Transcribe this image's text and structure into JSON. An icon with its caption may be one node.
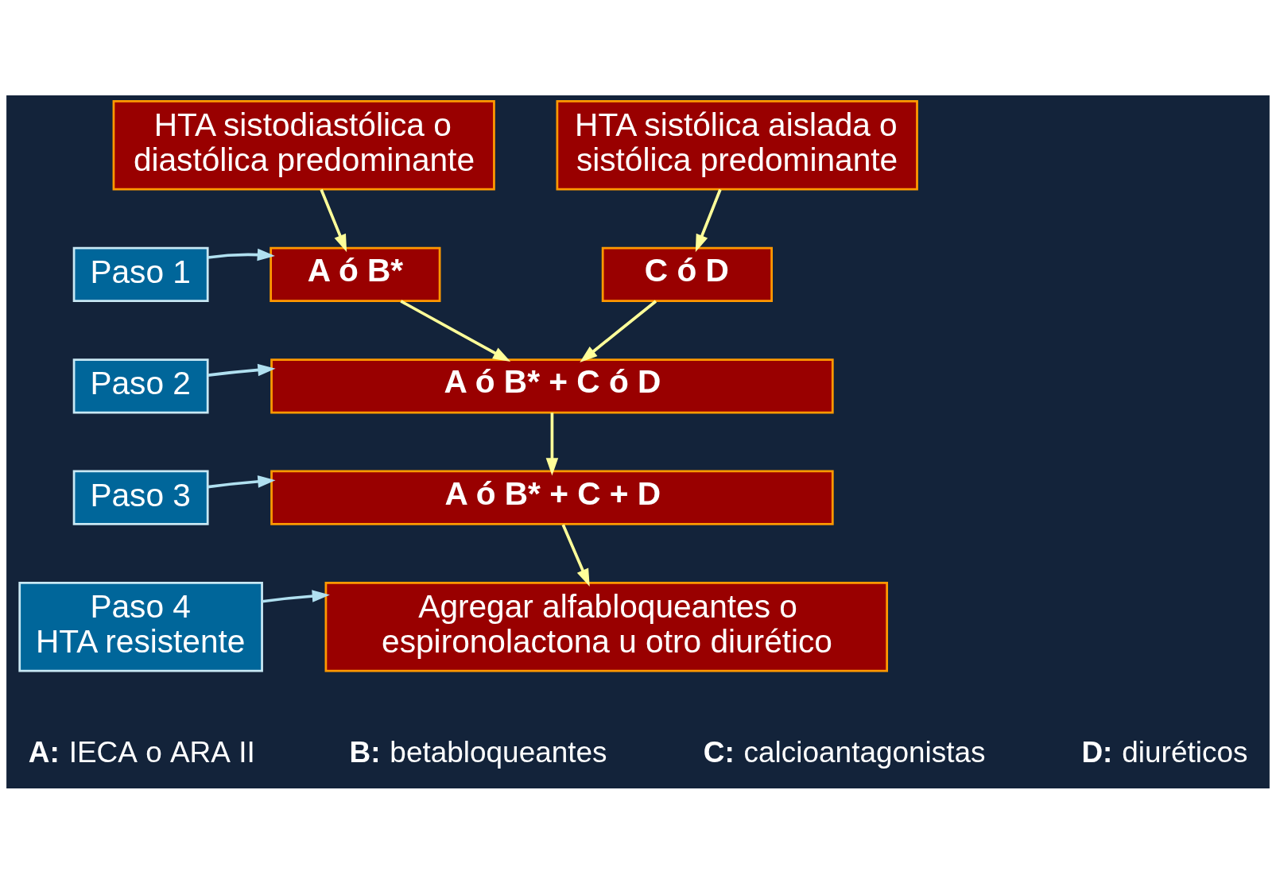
{
  "diagram": {
    "nodes": [
      {
        "text": [
          "HTA sistodiastólica o diastólica predominante"
        ]
      },
      {
        "text": [
          "HTA sistólica aislada o sistólica predominante"
        ]
      },
      {
        "text": [
          "Paso 1"
        ]
      },
      {
        "text": [
          "A ó B*"
        ]
      },
      {
        "text": [
          "C ó D"
        ]
      },
      {
        "text": [
          "Paso 2"
        ]
      },
      {
        "text": [
          "A ó B* + C ó D"
        ]
      },
      {
        "text": [
          "Paso 3"
        ]
      },
      {
        "text": [
          "A ó B* + C + D"
        ]
      },
      {
        "text": [
          "Paso 4",
          "HTA resistente"
        ]
      },
      {
        "text": [
          "Agregar alfabloqueantes o espironolactona u otro diurético"
        ]
      }
    ],
    "edges": [
      {
        "from": 0,
        "to": 3,
        "arrow": "to"
      },
      {
        "from": 1,
        "to": 4,
        "arrow": "to"
      },
      {
        "from": 2,
        "to": 3,
        "arrow": "to",
        "color": "#b0e0f0"
      },
      {
        "from": 3,
        "to": 6,
        "arrow": "to"
      },
      {
        "from": 4,
        "to": 6,
        "arrow": "to"
      },
      {
        "from": 5,
        "to": 6,
        "arrow": "to",
        "color": "#b0e0f0"
      },
      {
        "from": 6,
        "to": 8,
        "arrow": "to"
      },
      {
        "from": 7,
        "to": 8,
        "arrow": "to",
        "color": "#b0e0f0"
      },
      {
        "from": 8,
        "to": 10,
        "arrow": "to"
      },
      {
        "from": 9,
        "to": 10,
        "arrow": "to",
        "color": "#b0e0f0"
      }
    ],
    "labels": [
      "**A:** IECA o ARA II",
      "**B:** betabloqueantes",
      "**C:** calcioantagonistas",
      "**D:** diuréticos"
    ]
  }
}
